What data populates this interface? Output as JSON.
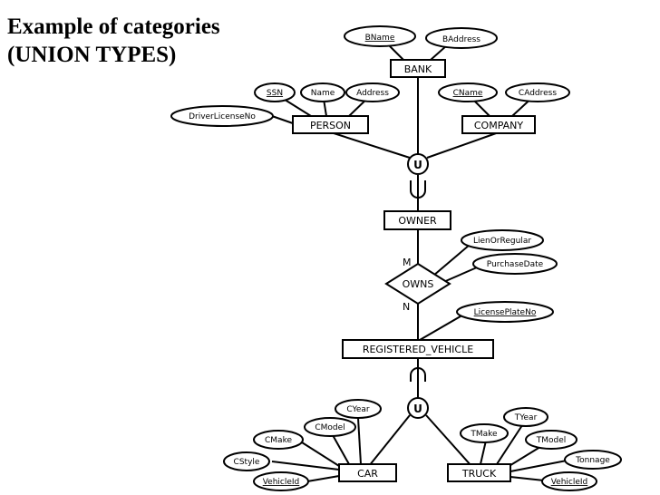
{
  "slide": {
    "title_line1": "Example of categories",
    "title_line2": "(UNION TYPES)"
  },
  "entities": {
    "bank": "BANK",
    "person": "PERSON",
    "company": "COMPANY",
    "owner": "OWNER",
    "registered_vehicle": "REGISTERED_VEHICLE",
    "car": "CAR",
    "truck": "TRUCK"
  },
  "relationship": {
    "owns": "OWNS"
  },
  "cardinality": {
    "owner_side": "M",
    "vehicle_side": "N"
  },
  "union_symbol": "U",
  "attributes": {
    "bname": "BName",
    "baddress": "BAddress",
    "ssn": "SSN",
    "name": "Name",
    "address": "Address",
    "driver_license_no": "DriverLicenseNo",
    "cname": "CName",
    "caddress": "CAddress",
    "lien_or_regular": "LienOrRegular",
    "purchase_date": "PurchaseDate",
    "license_plate_no": "LicensePlateNo",
    "cyear": "CYear",
    "cmodel": "CModel",
    "cmake": "CMake",
    "cstyle": "CStyle",
    "car_vehicle_id": "VehicleId",
    "tyear": "TYear",
    "tmake": "TMake",
    "tmodel": "TModel",
    "tonnage": "Tonnage",
    "truck_vehicle_id": "VehicleId"
  }
}
